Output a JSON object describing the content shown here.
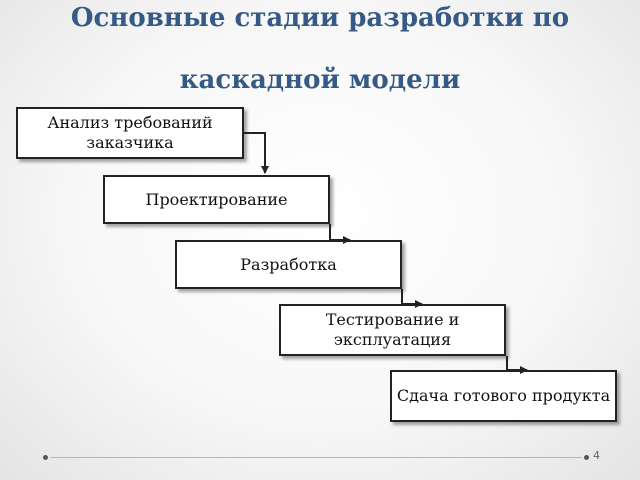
{
  "slide": {
    "title_line1": "Основные стадии разработки по",
    "title_line2": "каскадной модели",
    "number": "4"
  },
  "stages": [
    {
      "label": "Анализ требований заказчика"
    },
    {
      "label": "Проектирование"
    },
    {
      "label": "Разработка"
    },
    {
      "label": "Тестирование и эксплуатация"
    },
    {
      "label": "Сдача готового продукта"
    }
  ],
  "colors": {
    "title": "#355a85",
    "box_border": "#222222",
    "box_fill": "#ffffff",
    "arrow": "#222222"
  }
}
